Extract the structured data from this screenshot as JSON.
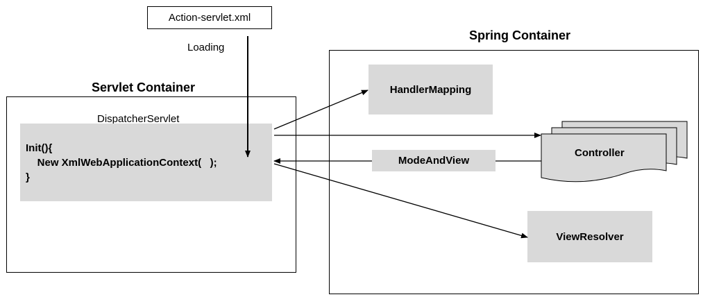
{
  "config_file": {
    "label": "Action-servlet.xml"
  },
  "loading_label": "Loading",
  "servlet_container": {
    "title": "Servlet Container",
    "dispatcher_label": "DispatcherServlet",
    "code_lines": [
      "Init(){",
      "    New XmlWebApplicationContext(   );",
      "}"
    ]
  },
  "spring_container": {
    "title": "Spring Container",
    "handler_mapping": "HandlerMapping",
    "model_and_view": "ModeAndView",
    "controller": "Controller",
    "view_resolver": "ViewResolver"
  },
  "colors": {
    "box_fill": "#d9d9d9",
    "stroke": "#000000",
    "controller_fill": "#d9d9d9"
  }
}
